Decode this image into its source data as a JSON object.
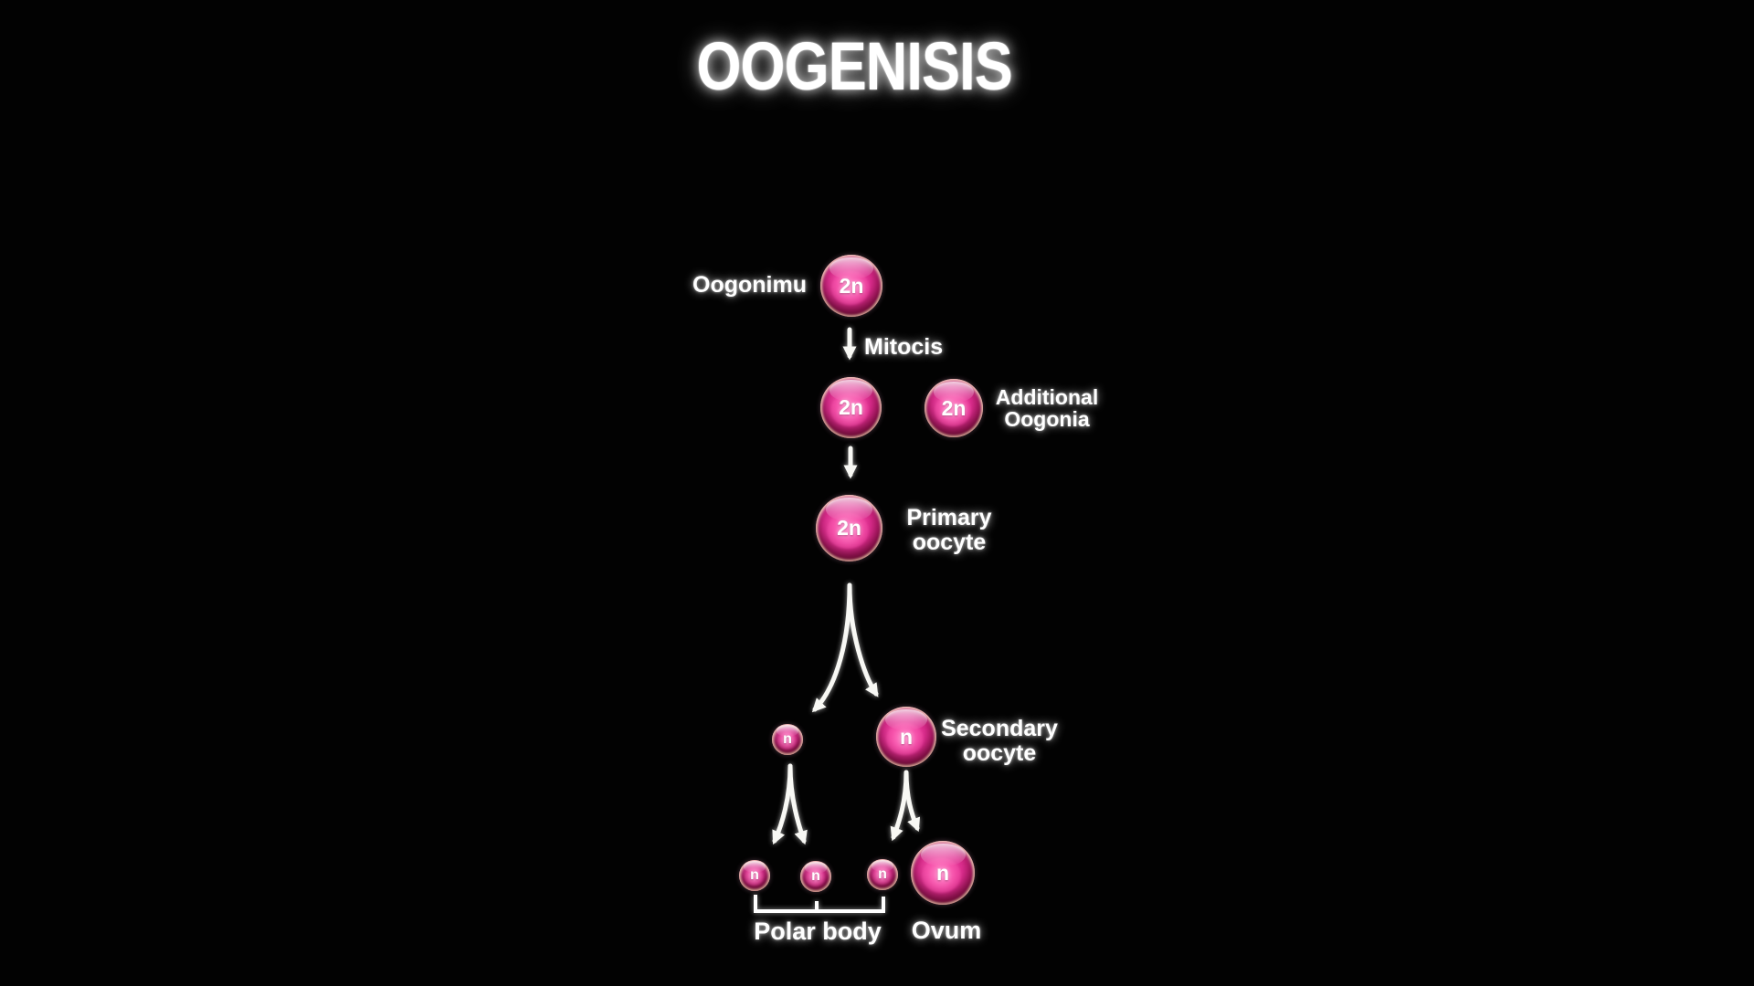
{
  "title": "OOGENISIS",
  "labels": {
    "oogonium": "Oogonimu",
    "mitosis": "Mitocis",
    "additional_line1": "Additional",
    "additional_line2": "Oogonia",
    "primary_line1": "Primary",
    "primary_line2": "oocyte",
    "secondary_line1": "Secondary",
    "secondary_line2": "oocyte",
    "polar_body": "Polar body",
    "ovum": "Ovum"
  },
  "ploidy": {
    "oogonium": "2n",
    "oogonia_left": "2n",
    "additional_oogonia": "2n",
    "primary_oocyte": "2n",
    "first_polar_body": "n",
    "secondary_oocyte": "n",
    "polar_body_1": "n",
    "polar_body_2": "n",
    "polar_body_3": "n",
    "ovum": "n"
  },
  "colors": {
    "background": "#000000",
    "cell_body": "#dc2d8e",
    "cell_highlight": "#ff8ac6",
    "cell_shadow": "#55082f",
    "cell_rim": "#f0c8a2",
    "text": "#ffffff",
    "arrow": "#f8f8f4"
  }
}
